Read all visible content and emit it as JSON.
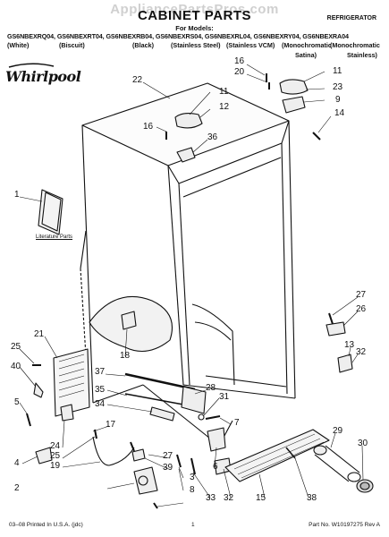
{
  "watermark": "AppliancePartsPros.com",
  "header": {
    "title": "CABINET PARTS",
    "appliance": "REFRIGERATOR",
    "for_models_label": "For Models:",
    "models": "GS6NBEXRQ04, GS6NBEXRT04, GS6NBEXRB04, GS6NBEXRS04, GS6NBEXRL04, GS6NBEXRY04, GS6NBEXRA04",
    "variants": [
      "(White)",
      "(Biscuit)",
      "(Black)",
      "(Stainless Steel)",
      "(Stainless VCM)",
      "(Monochromatic",
      "(Monochromatic"
    ],
    "variants_line2": [
      "Satina)",
      "Stainless)"
    ]
  },
  "brand": "Whirlpool",
  "literature_caption": "Literature Parts",
  "callouts": [
    "1",
    "2",
    "3",
    "4",
    "5",
    "6",
    "7",
    "8",
    "9",
    "11",
    "11",
    "12",
    "13",
    "14",
    "15",
    "16",
    "16",
    "17",
    "18",
    "19",
    "20",
    "21",
    "22",
    "23",
    "24",
    "25",
    "25",
    "26",
    "27",
    "27",
    "28",
    "29",
    "30",
    "31",
    "32",
    "32",
    "33",
    "34",
    "35",
    "36",
    "37",
    "38",
    "39",
    "40"
  ],
  "footer": {
    "left": "03–08 Printed In U.S.A. (jdc)",
    "center": "1",
    "right": "Part No. W10197275 Rev A"
  }
}
